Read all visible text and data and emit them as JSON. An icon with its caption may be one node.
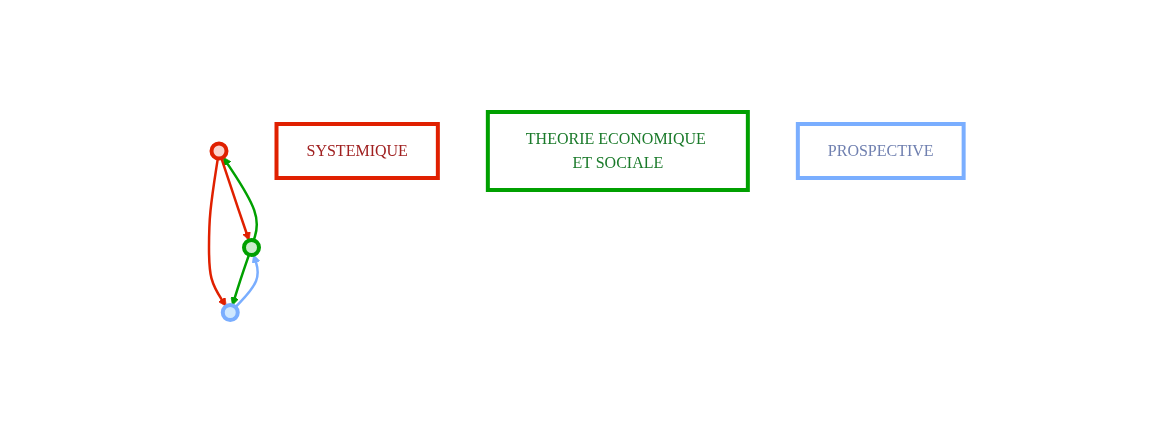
{
  "diagram": {
    "nodes": [
      {
        "text": [],
        "shape": "circle"
      },
      {
        "text": [
          "SYSTEMIQUE"
        ]
      },
      {
        "text": [],
        "shape": "circle"
      },
      {
        "text": [
          "THEORIE ECONOMIQUE ET SOCIALE"
        ]
      },
      {
        "text": [],
        "shape": "circle"
      },
      {
        "text": [
          "PROSPECTIVE"
        ]
      }
    ],
    "edges": [
      {
        "from": 2,
        "to": 0,
        "arrow": "to",
        "color": "#00a000"
      },
      {
        "from": 0,
        "to": 2,
        "arrow": "to",
        "color": "#e02000"
      },
      {
        "from": 0,
        "to": 4,
        "arrow": "to",
        "color": "#e02000"
      },
      {
        "from": 2,
        "to": 4,
        "arrow": "to",
        "color": "#00a000"
      },
      {
        "from": 4,
        "to": 2,
        "arrow": "to",
        "color": "#7aaeff"
      }
    ]
  }
}
